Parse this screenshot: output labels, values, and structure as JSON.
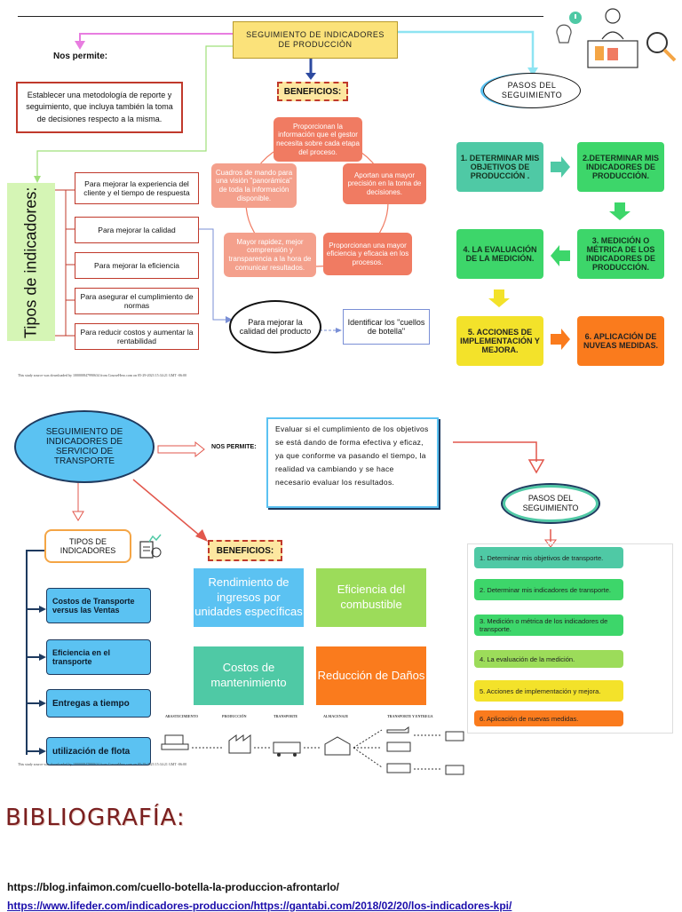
{
  "part1": {
    "title": "SEGUIMIENTO DE INDICADORES DE PRODUCCIÒN",
    "nos_permite": "Nos permite:",
    "purpose": "Establecer una metodología de reporte y seguimiento, que incluya también la toma de decisiones respecto a la misma.",
    "beneficios_label": "BENEFICIOS:",
    "benefits": [
      "Proporcionan la información que el gestor necesita sobre cada etapa del proceso.",
      "Cuadros de mando para una visión \"panorámica\" de toda la información disponible.",
      "Aportan una mayor precisión en la toma de decisiones.",
      "Mayor rapidez, mejor comprensión y transparencia a la hora de comunicar resultados.",
      "Proporcionan una mayor eficiencia y eficacia en los procesos."
    ],
    "tipos_label": "Tipos de indicadores:",
    "tipos": [
      "Para mejorar la experiencia del cliente y el tiempo de respuesta",
      "Para mejorar la calidad",
      "Para mejorar la eficiencia",
      "Para asegurar el cumplimiento de normas",
      "Para reducir costos y aumentar la rentabilidad"
    ],
    "quality_oval": "Para mejorar la calidad del producto",
    "bottleneck": "Identificar los \"cuellos de botella\"",
    "pasos_label": "PASOS DEL SEGUIMIENTO",
    "steps": [
      "1. DETERMINAR MIS OBJETIVOS DE PRODUCCIÓN .",
      "2.DETERMINAR MIS INDICADORES DE PRODUCCIÓN.",
      "3. MEDICIÓN O MÉTRICA DE LOS INDICADORES DE PRODUCCIÓN.",
      "4. LA EVALUACIÓN DE LA MEDICIÓN.",
      "5. ACCIONES DE IMPLEMENTACIÓN Y MEJORA.",
      "6. APLICACIÓN DE NUVEAS MEDIDAS."
    ],
    "watermark": "This study source was downloaded by 100000847990634 from CourseHero.com on 05-29-2023 15:34:21 GMT -06:00"
  },
  "part2": {
    "title": "SEGUIMIENTO DE INDICADORES DE SERVICIO DE TRANSPORTE",
    "nos_permite": "NOS PERMITE:",
    "purpose": "Evaluar si el cumplimiento de los objetivos se está dando de forma efectiva y eficaz, ya que conforme va pasando el tiempo, la realidad va cambiando y se hace necesario evaluar los resultados.",
    "tipos_label": "TIPOS DE INDICADORES",
    "tipos": [
      "Costos de Transporte versus las Ventas",
      "Eficiencia en el transporte",
      "Entregas a tiempo",
      "utilización de flota"
    ],
    "beneficios_label": "BENEFICIOS:",
    "benefits": [
      "Rendimiento de ingresos por unidades específicas",
      "Eficiencia del combustible",
      "Costos de mantenimiento",
      "Reducción de Daños"
    ],
    "pasos_label": "PASOS DEL SEGUIMIENTO",
    "steps": [
      "1. Determinar mis objetivos de transporte.",
      "2. Determinar mis indicadores de transporte.",
      "3. Medición o métrica de los indicadores de transporte.",
      "4. La evaluación de la medición.",
      "5. Acciones de implementación y mejora.",
      "6. Aplicación de nuevas medidas."
    ],
    "flow_labels": [
      "ABASTECIMIENTO",
      "PRODUCCIÓN",
      "TRANSPORTE",
      "ALMACENAJE",
      "TRANSPORTE Y ENTREGA"
    ],
    "watermark": "This study source was downloaded by 100000847990634 from CourseHero.com on 05-29-2023 15:34:21 GMT -06:00"
  },
  "bibliography": {
    "heading": "BIBLIOGRAFÍA:",
    "links": [
      "https://blog.infaimon.com/cuello-botella-la-produccion-afrontarlo/",
      "https://www.lifeder.com/indicadores-produccion/https://gantabi.com/2018/02/20/los-indicadores-kpi/"
    ]
  },
  "colors": {
    "title_yellow": "#fbe27a",
    "salmon": "#f07b62",
    "green": "#3dd66a",
    "teal": "#4fc9a5",
    "yellow": "#f3e22a",
    "orange": "#fa7b1d",
    "blue": "#5bc2f2",
    "link_blue": "#1a0dab"
  }
}
